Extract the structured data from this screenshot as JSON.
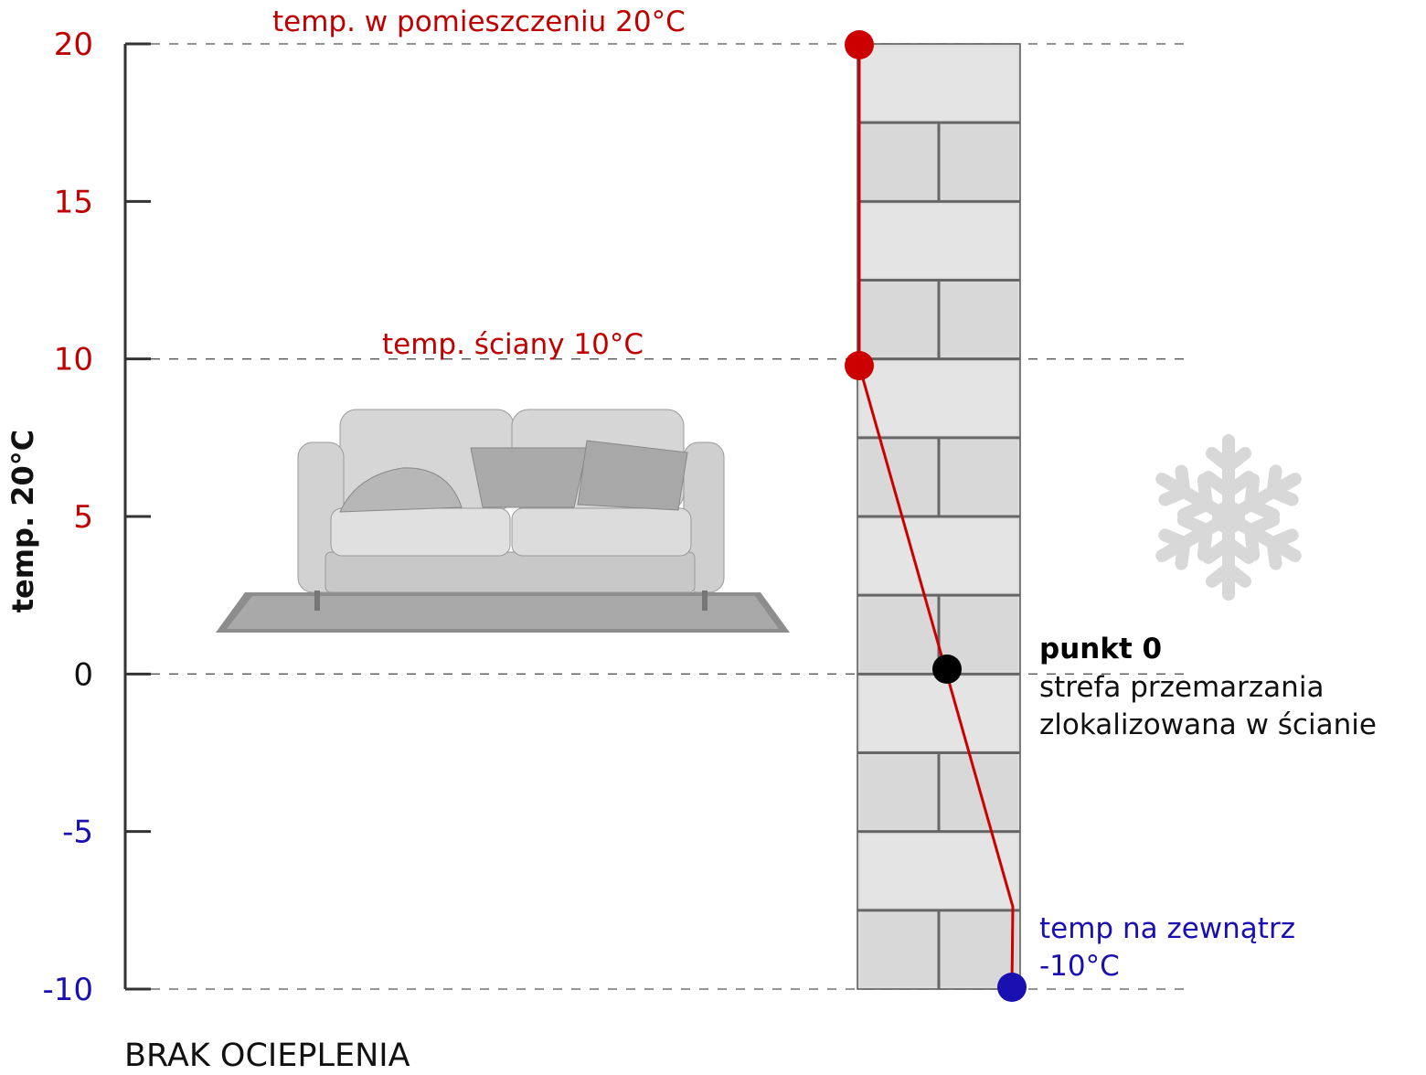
{
  "axis": {
    "title": "temp. 20°C",
    "ticks": [
      {
        "label": "20",
        "value": 20,
        "color": "#c00000"
      },
      {
        "label": "15",
        "value": 15,
        "color": "#c00000"
      },
      {
        "label": "10",
        "value": 10,
        "color": "#c00000"
      },
      {
        "label": "5",
        "value": 5,
        "color": "#c00000"
      },
      {
        "label": "0",
        "value": 0,
        "color": "#111111"
      },
      {
        "label": "-5",
        "value": -5,
        "color": "#1a0fb0"
      },
      {
        "label": "-10",
        "value": -10,
        "color": "#1a0fb0"
      }
    ],
    "range": [
      -10,
      20
    ]
  },
  "labels": {
    "room_temp": "temp. w pomieszczeniu 20°C",
    "wall_temp": "temp. ściany 10°C",
    "zero_title": "punkt 0",
    "zero_line1": "strefa przemarzania",
    "zero_line2": "zlokalizowana w ścianie",
    "outside_line1": "temp na zewnątrz",
    "outside_line2": "-10°C",
    "caption": "BRAK OCIEPLENIA"
  },
  "profile": {
    "points": [
      {
        "name": "room",
        "temp": 20,
        "color": "#cc0000"
      },
      {
        "name": "wall-surface",
        "temp": 10,
        "color": "#cc0000"
      },
      {
        "name": "zero-point",
        "temp": 0,
        "color": "#000000"
      },
      {
        "name": "outside",
        "temp": -10,
        "color": "#1a0fb0"
      }
    ]
  },
  "colors": {
    "red": "#c00000",
    "blue": "#1a0fb0",
    "line": "#cc0000"
  }
}
